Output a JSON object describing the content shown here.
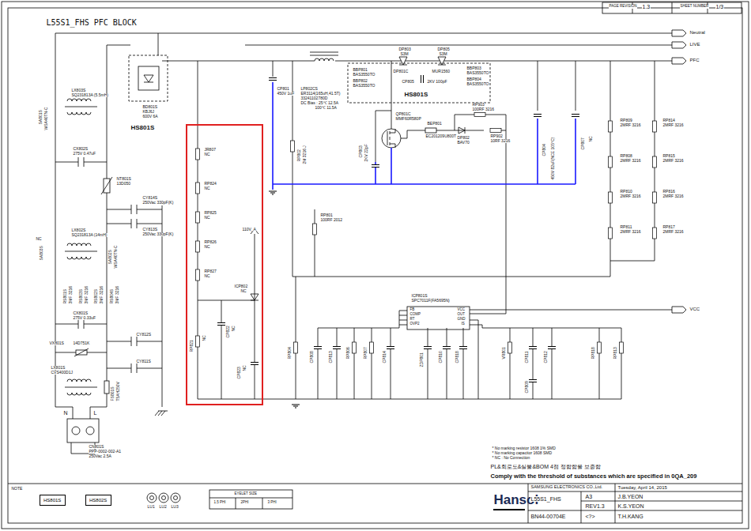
{
  "diagram": {
    "title": "L55S1_FHS PFC BLOCK",
    "nodes": [
      {
        "text": [
          "HS801S"
        ]
      },
      {
        "text": [
          "HS802S"
        ]
      }
    ],
    "labels": [
      "PAGE REVISION",
      "1.3",
      "SHEET NUMBER",
      "1/3",
      "Neutral",
      "LIVE",
      "PFC",
      "VCC",
      "LX803S",
      "SQ231813A (5.5mH)",
      "SA801S",
      "WSA40TN-C",
      "BD801S",
      "KBJ6J",
      "600V 6A",
      "HS801S",
      "CX802S",
      "275V 0.47uF",
      "NT801S",
      "13D050",
      "CY814S",
      "250Vac 330pF(K)",
      "LX802S",
      "SQ231813A (14mH)",
      "CY813S",
      "250Vac 330pF(K)",
      "SA803S",
      "NC",
      "SA802S",
      "WSA40TN-C",
      "RS801S",
      "3MF 3216",
      "RS803S",
      "3MF 3216",
      "RS802S",
      "3MF 3216",
      "RS804S",
      "3MF 3216",
      "CX801S",
      "275V 0.33uF",
      "VX801S",
      "14D751K",
      "CY812S",
      "CY811S",
      "LX801S",
      "CVS400D1J",
      "FS801S",
      "T5AH250V",
      "N",
      "L",
      "CN801S",
      "PPP-0002-002-A1",
      "250Vac 2.5A",
      "JR807",
      "NC",
      "RP824",
      "NC",
      "RP825",
      "NC",
      "RP826",
      "NC",
      "RP827",
      "NC",
      "110V_A",
      "ICP802",
      "NC",
      "RP821",
      "NC",
      "CP822",
      "NC",
      "CP823",
      "NC",
      "CP801",
      "450V 1uF",
      "LP802CS",
      "ER3114(165uH,41.5T)",
      "33241102780D",
      "DC Bias : 25℃ 12.5A",
      "100℃ 11.5A",
      "RP802",
      "2M 3216 J",
      "BBP801",
      "BAS3550TO",
      "BBP802",
      "BAS3550TO",
      "DP803",
      "S3M",
      "DP805",
      "S3M",
      "DP801C",
      "MUR1560",
      "CP805",
      "2KV 100pF",
      "BBP803",
      "BAS3550TO",
      "BBP804",
      "BAS3550TO",
      "HS801S",
      "QP801C",
      "MMF60R580P",
      "CP803",
      "2KV 22pF",
      "RP903",
      "100RF 3216",
      "BEP801",
      "EC201209U800T",
      "DP802",
      "BAV70",
      "RP902",
      "10RF 3216",
      "CP804",
      "450V 82uF(NCE 105°C)",
      "CP807",
      "NC",
      "RP809",
      "2MRF 3216",
      "RP814",
      "2MRF 3216",
      "RP808",
      "2MRF 3216",
      "RP815",
      "2MRF 3216",
      "RP810",
      "2MRF 3216",
      "RP816",
      "2MRF 3216",
      "RP811",
      "2MRF 3216",
      "RP817",
      "2MRF 3216",
      "RP801",
      "100RF 2012",
      "ICP801S",
      "SPC7011F(FA5695N)",
      "FB",
      "COMP",
      "RT",
      "OVP2",
      "VCC",
      "OUT",
      "GND",
      "IS",
      "RP804",
      "CP808",
      "CP813",
      "RP806",
      "RP807",
      "CP814",
      "ZDP801",
      "CP810",
      "CP818",
      "VR801",
      "CP811",
      "CP812",
      "CP809",
      "RP818",
      "RP813",
      "* No marking resistor 1608 1% SMD",
      "* No marking capacitor 1608 SMD",
      "* NC : No Connection",
      "PL&회로도&실물&BOM 4점 정합함을 보증함",
      "Comply with the threshold of substances which are specified in 0QA_209",
      "Hansol",
      "SAMSUNG ELECTRONICS CO.,Ltd.",
      "Tuesday, April 14, 2015",
      "L55S1_FHS",
      "A3",
      "J.B.YEON",
      "REV1.3",
      "K.S.YEON",
      "BN44-00704E",
      "<?>",
      "T.H.KANG",
      "NOTE",
      "LU1",
      "LU2",
      "LU3",
      "EYELET SIZE",
      "1.5 PHI",
      "2PHI",
      "3 PHI"
    ]
  }
}
